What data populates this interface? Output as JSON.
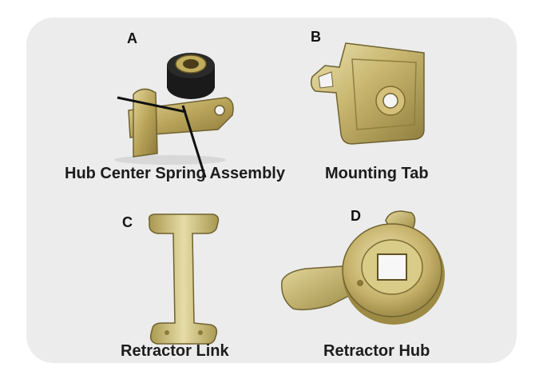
{
  "items": [
    {
      "letter": "A",
      "caption": "Hub Center Spring Assembly",
      "icon": "hub-center-spring-assembly-photo"
    },
    {
      "letter": "B",
      "caption": "Mounting Tab",
      "icon": "mounting-tab-photo"
    },
    {
      "letter": "C",
      "caption": "Retractor Link",
      "icon": "retractor-link-photo"
    },
    {
      "letter": "D",
      "caption": "Retractor Hub",
      "icon": "retractor-hub-photo"
    }
  ],
  "colors": {
    "background": "#ececec",
    "metal": "#c9b46a",
    "rubber": "#1a1a1a"
  }
}
